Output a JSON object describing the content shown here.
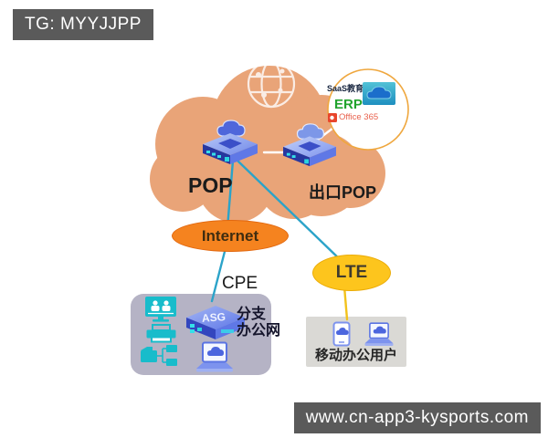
{
  "header": {
    "tag_badge": "TG: MYYJJPP"
  },
  "footer": {
    "url_badge": "www.cn-app3-kysports.com"
  },
  "diagram": {
    "pop_label": "POP",
    "exit_pop_label": "出口POP",
    "internet_label": "Internet",
    "lte_label": "LTE",
    "cpe_label": "CPE",
    "asg_label": "ASG",
    "branch_label_line1": "分支",
    "branch_label_line2": "办公网",
    "mobile_label": "移动办公用户",
    "saas_label": "SaaS教育",
    "erp_label": "ERP",
    "office_label": "Office 365"
  },
  "colors": {
    "cloud": "#E9A478",
    "internet_fill": "#F5831F",
    "lte_fill": "#FDC51D",
    "teal_line": "#2BA3C9",
    "yellow_line": "#F2C21C",
    "branch_box": "#B5B3C5",
    "mobile_box": "#DAD9D5",
    "badge_bg": "#5A5A5A",
    "icon_teal": "#18BCCB",
    "circle_border": "#EFA73E",
    "erp_green": "#21A32D",
    "office_red": "#E8604C"
  }
}
